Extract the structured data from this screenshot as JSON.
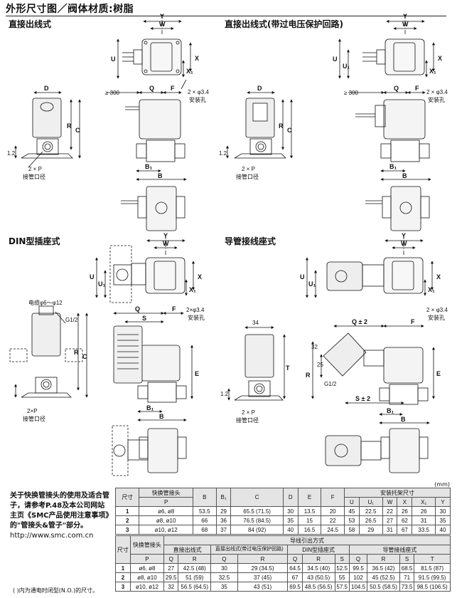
{
  "header": {
    "title": "外形尺寸图／阀体材质:树脂"
  },
  "sections": {
    "direct": "直接出线式",
    "direct_surge": "直接出线式(带过电压保护回路)",
    "din": "DIN型插座式",
    "conduit": "导管接线座式"
  },
  "labels": {
    "mount_holes": "2 × φ3.4",
    "mount_holes_din": "2×φ3.4",
    "mount_hole_text": "安装孔",
    "port_p": "2 × P",
    "port_p_din": "2×P",
    "port_text": "接管口径",
    "cable": "电缆φ6～φ12",
    "g12": "G1/2",
    "lead_len": "≥ 300",
    "dim_34": "34",
    "dim_32": "32",
    "dim_25": "25",
    "dim_12": "1.2",
    "q_pm": "Q ± 2",
    "s_pm": "S ± 2",
    "Y": "Y",
    "W": "W",
    "U": "U",
    "U1": "U₁",
    "X": "X",
    "X1": "X₁",
    "D": "D",
    "Q": "Q",
    "F": "F",
    "R": "R",
    "C": "C",
    "B": "B",
    "B1": "B₁",
    "S": "S",
    "T": "T",
    "E": "E"
  },
  "note": {
    "text": "关于快换管接头的使用及适合管子，请参考P.48及本公司网站主页《SMC产品使用注意事项》的\"管接头&管子\"部分。",
    "url": "http://www.smc.com.cn"
  },
  "unit": "(mm)",
  "footnote": "( )内为通电时闭型(N.O.)的尺寸。",
  "table1": {
    "headers": [
      "尺寸",
      "快换管接头",
      "B",
      "B₁",
      "C",
      "D",
      "E",
      "F",
      "安装托架尺寸"
    ],
    "sub_port": "P",
    "bracket_cols": [
      "U",
      "U₁",
      "W",
      "X",
      "X₁",
      "Y"
    ],
    "rows": [
      [
        "1",
        "ø6, ø8",
        "53.5",
        "29",
        "65.5 (71.5)",
        "30",
        "13.5",
        "20",
        "45",
        "22.5",
        "22",
        "26",
        "26",
        "30"
      ],
      [
        "2",
        "ø8, ø10",
        "66",
        "36",
        "76.5 (84.5)",
        "35",
        "15",
        "22",
        "53",
        "26.5",
        "27",
        "62",
        "31",
        "35"
      ],
      [
        "3",
        "ø10, ø12",
        "68",
        "37",
        "84 (92)",
        "40",
        "16.5",
        "24.5",
        "58",
        "29",
        "31",
        "67",
        "33.5",
        "40"
      ]
    ]
  },
  "table2": {
    "header_group": "导线引出方式",
    "headers": [
      "尺寸",
      "快换管接头"
    ],
    "sub_port": "P",
    "groups": [
      "直接出线式",
      "直接出线式(带过电压保护回路)",
      "DIN型插座式",
      "导管接线座式"
    ],
    "cols": [
      "Q",
      "R",
      "Q",
      "R",
      "Q",
      "R",
      "S",
      "Q",
      "R",
      "S",
      "T"
    ],
    "rows": [
      [
        "1",
        "ø6, ø8",
        "27",
        "42.5 (48)",
        "30",
        "29 (34.5)",
        "64.5",
        "34.5 (40)",
        "52.5",
        "99.5",
        "36.5 (42)",
        "68.5",
        "81.5 (87)"
      ],
      [
        "2",
        "ø8, ø10",
        "29.5",
        "51 (59)",
        "32.5",
        "37 (45)",
        "67",
        "43 (50.5)",
        "55",
        "102",
        "45 (52.5)",
        "71",
        "91.5 (99.5)"
      ],
      [
        "3",
        "ø10, ø12",
        "32",
        "56.5 (64.5)",
        "35",
        "43 (51)",
        "69.5",
        "48.5 (56.5)",
        "57.5",
        "104.5",
        "50.5 (58.5)",
        "73.5",
        "98.5 (106.5)"
      ]
    ]
  }
}
